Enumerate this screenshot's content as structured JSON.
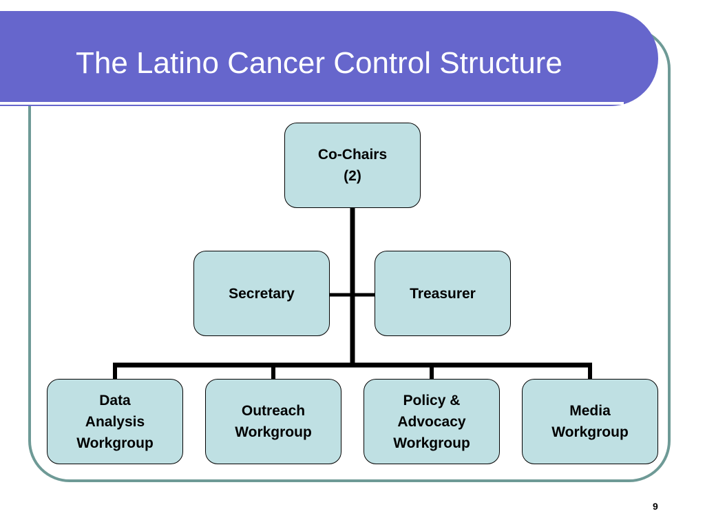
{
  "slide": {
    "title": "The Latino Cancer Control Structure",
    "page_number": "9"
  },
  "org_chart": {
    "top": {
      "label": "Co-Chairs\n(2)"
    },
    "assistants": [
      {
        "label": "Secretary"
      },
      {
        "label": "Treasurer"
      }
    ],
    "workgroups": [
      {
        "label": "Data\nAnalysis\nWorkgroup"
      },
      {
        "label": "Outreach\nWorkgroup"
      },
      {
        "label": "Policy &\nAdvocacy\nWorkgroup"
      },
      {
        "label": "Media\nWorkgroup"
      }
    ]
  },
  "colors": {
    "title_banner": "#6666cc",
    "frame": "#6e9a96",
    "box_fill": "#bfe0e3"
  }
}
